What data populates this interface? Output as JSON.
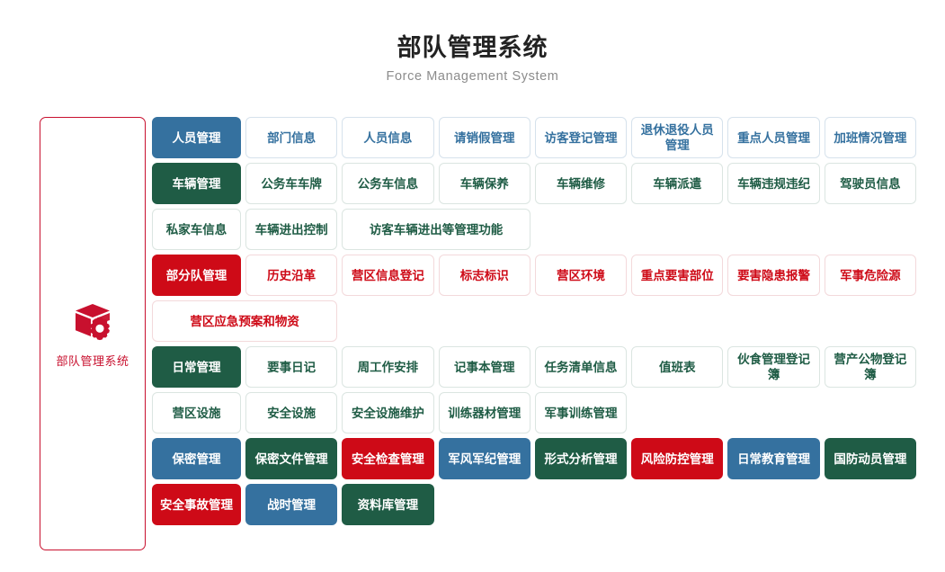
{
  "header": {
    "title": "部队管理系统",
    "subtitle": "Force Management System"
  },
  "sidebar": {
    "icon": "cube-gear-icon",
    "label": "部队管理系统",
    "accent_color": "#c8102e"
  },
  "colors": {
    "blue": "#35719f",
    "green": "#1f5c45",
    "red": "#ce0a17"
  },
  "sections": [
    {
      "category": "人员管理",
      "color": "blue",
      "items": [
        {
          "label": "部门信息",
          "wide": false
        },
        {
          "label": "人员信息",
          "wide": false
        },
        {
          "label": "请销假管理",
          "wide": false
        },
        {
          "label": "访客登记管理",
          "wide": false
        },
        {
          "label": "退休退役人员管理",
          "wide": false
        },
        {
          "label": "重点人员管理",
          "wide": false
        },
        {
          "label": "加班情况管理",
          "wide": false
        }
      ]
    },
    {
      "category": "车辆管理",
      "color": "green",
      "items": [
        {
          "label": "公务车车牌",
          "wide": false
        },
        {
          "label": "公务车信息",
          "wide": false
        },
        {
          "label": "车辆保养",
          "wide": false
        },
        {
          "label": "车辆维修",
          "wide": false
        },
        {
          "label": "车辆派遣",
          "wide": false
        },
        {
          "label": "车辆违规违纪",
          "wide": false
        },
        {
          "label": "驾驶员信息",
          "wide": false
        },
        {
          "label": "私家车信息",
          "wide": false
        },
        {
          "label": "车辆进出控制",
          "wide": false
        },
        {
          "label": "访客车辆进出等管理功能",
          "wide": true
        }
      ]
    },
    {
      "category": "部分队管理",
      "color": "red",
      "items": [
        {
          "label": "历史沿革",
          "wide": false
        },
        {
          "label": "营区信息登记",
          "wide": false
        },
        {
          "label": "标志标识",
          "wide": false
        },
        {
          "label": "营区环境",
          "wide": false
        },
        {
          "label": "重点要害部位",
          "wide": false
        },
        {
          "label": "要害隐患报警",
          "wide": false
        },
        {
          "label": "军事危险源",
          "wide": false
        },
        {
          "label": "营区应急预案和物资",
          "wide": true
        }
      ]
    },
    {
      "category": "日常管理",
      "color": "green",
      "items": [
        {
          "label": "要事日记",
          "wide": false
        },
        {
          "label": "周工作安排",
          "wide": false
        },
        {
          "label": "记事本管理",
          "wide": false
        },
        {
          "label": "任务清单信息",
          "wide": false
        },
        {
          "label": "值班表",
          "wide": false
        },
        {
          "label": "伙食管理登记簿",
          "wide": false
        },
        {
          "label": "营产公物登记簿",
          "wide": false
        },
        {
          "label": "营区设施",
          "wide": false
        },
        {
          "label": "安全设施",
          "wide": false
        },
        {
          "label": "安全设施维护",
          "wide": false
        },
        {
          "label": "训练器材管理",
          "wide": false
        },
        {
          "label": "军事训练管理",
          "wide": false
        }
      ]
    }
  ],
  "flat_items": [
    {
      "label": "保密管理",
      "color": "blue"
    },
    {
      "label": "保密文件管理",
      "color": "green"
    },
    {
      "label": "安全检查管理",
      "color": "red"
    },
    {
      "label": "军风军纪管理",
      "color": "blue"
    },
    {
      "label": "形式分析管理",
      "color": "green"
    },
    {
      "label": "风险防控管理",
      "color": "red"
    },
    {
      "label": "日常教育管理",
      "color": "blue"
    },
    {
      "label": "国防动员管理",
      "color": "green"
    },
    {
      "label": "安全事故管理",
      "color": "red"
    },
    {
      "label": "战时管理",
      "color": "blue"
    },
    {
      "label": "资料库管理",
      "color": "green"
    }
  ]
}
